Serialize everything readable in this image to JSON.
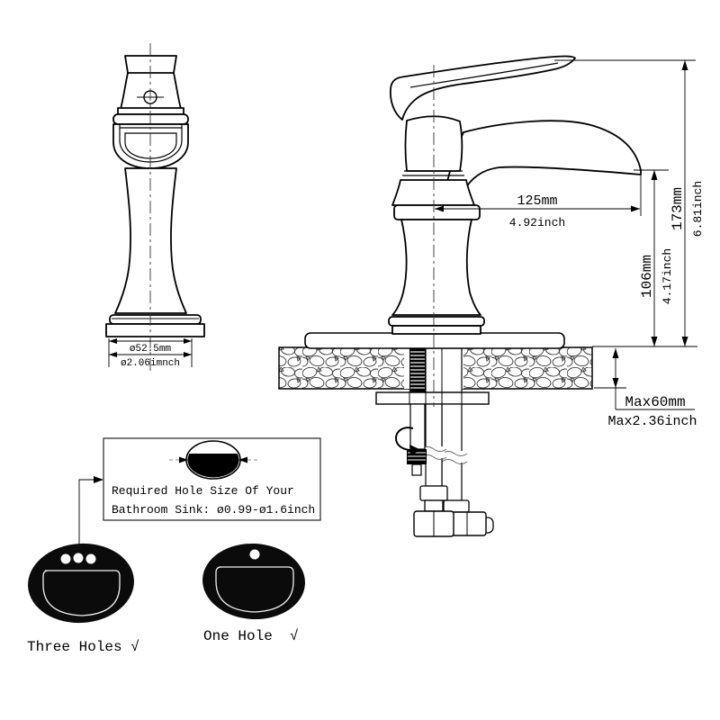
{
  "front_view": {
    "base_diameter_mm": "ø52.5mm",
    "base_diameter_inch": "ø2.06imnch"
  },
  "main_view": {
    "spout_reach_mm": "125mm",
    "spout_reach_inch": "4.92inch",
    "overall_height_mm": "173mm",
    "overall_height_inch": "6.81inch",
    "spout_height_mm": "106mm",
    "spout_height_inch": "4.17inch",
    "max_deck_mm": "Max60mm",
    "max_deck_inch": "Max2.36inch"
  },
  "hole_note": {
    "line1": "Required Hole Size Of Your",
    "line2": "Bathroom Sink: ø0.99-ø1.6inch"
  },
  "sink_options": {
    "three_holes_label": "Three Holes √",
    "one_hole_label": "One Hole  √"
  },
  "colors": {
    "line": "#000000",
    "background": "#ffffff"
  }
}
